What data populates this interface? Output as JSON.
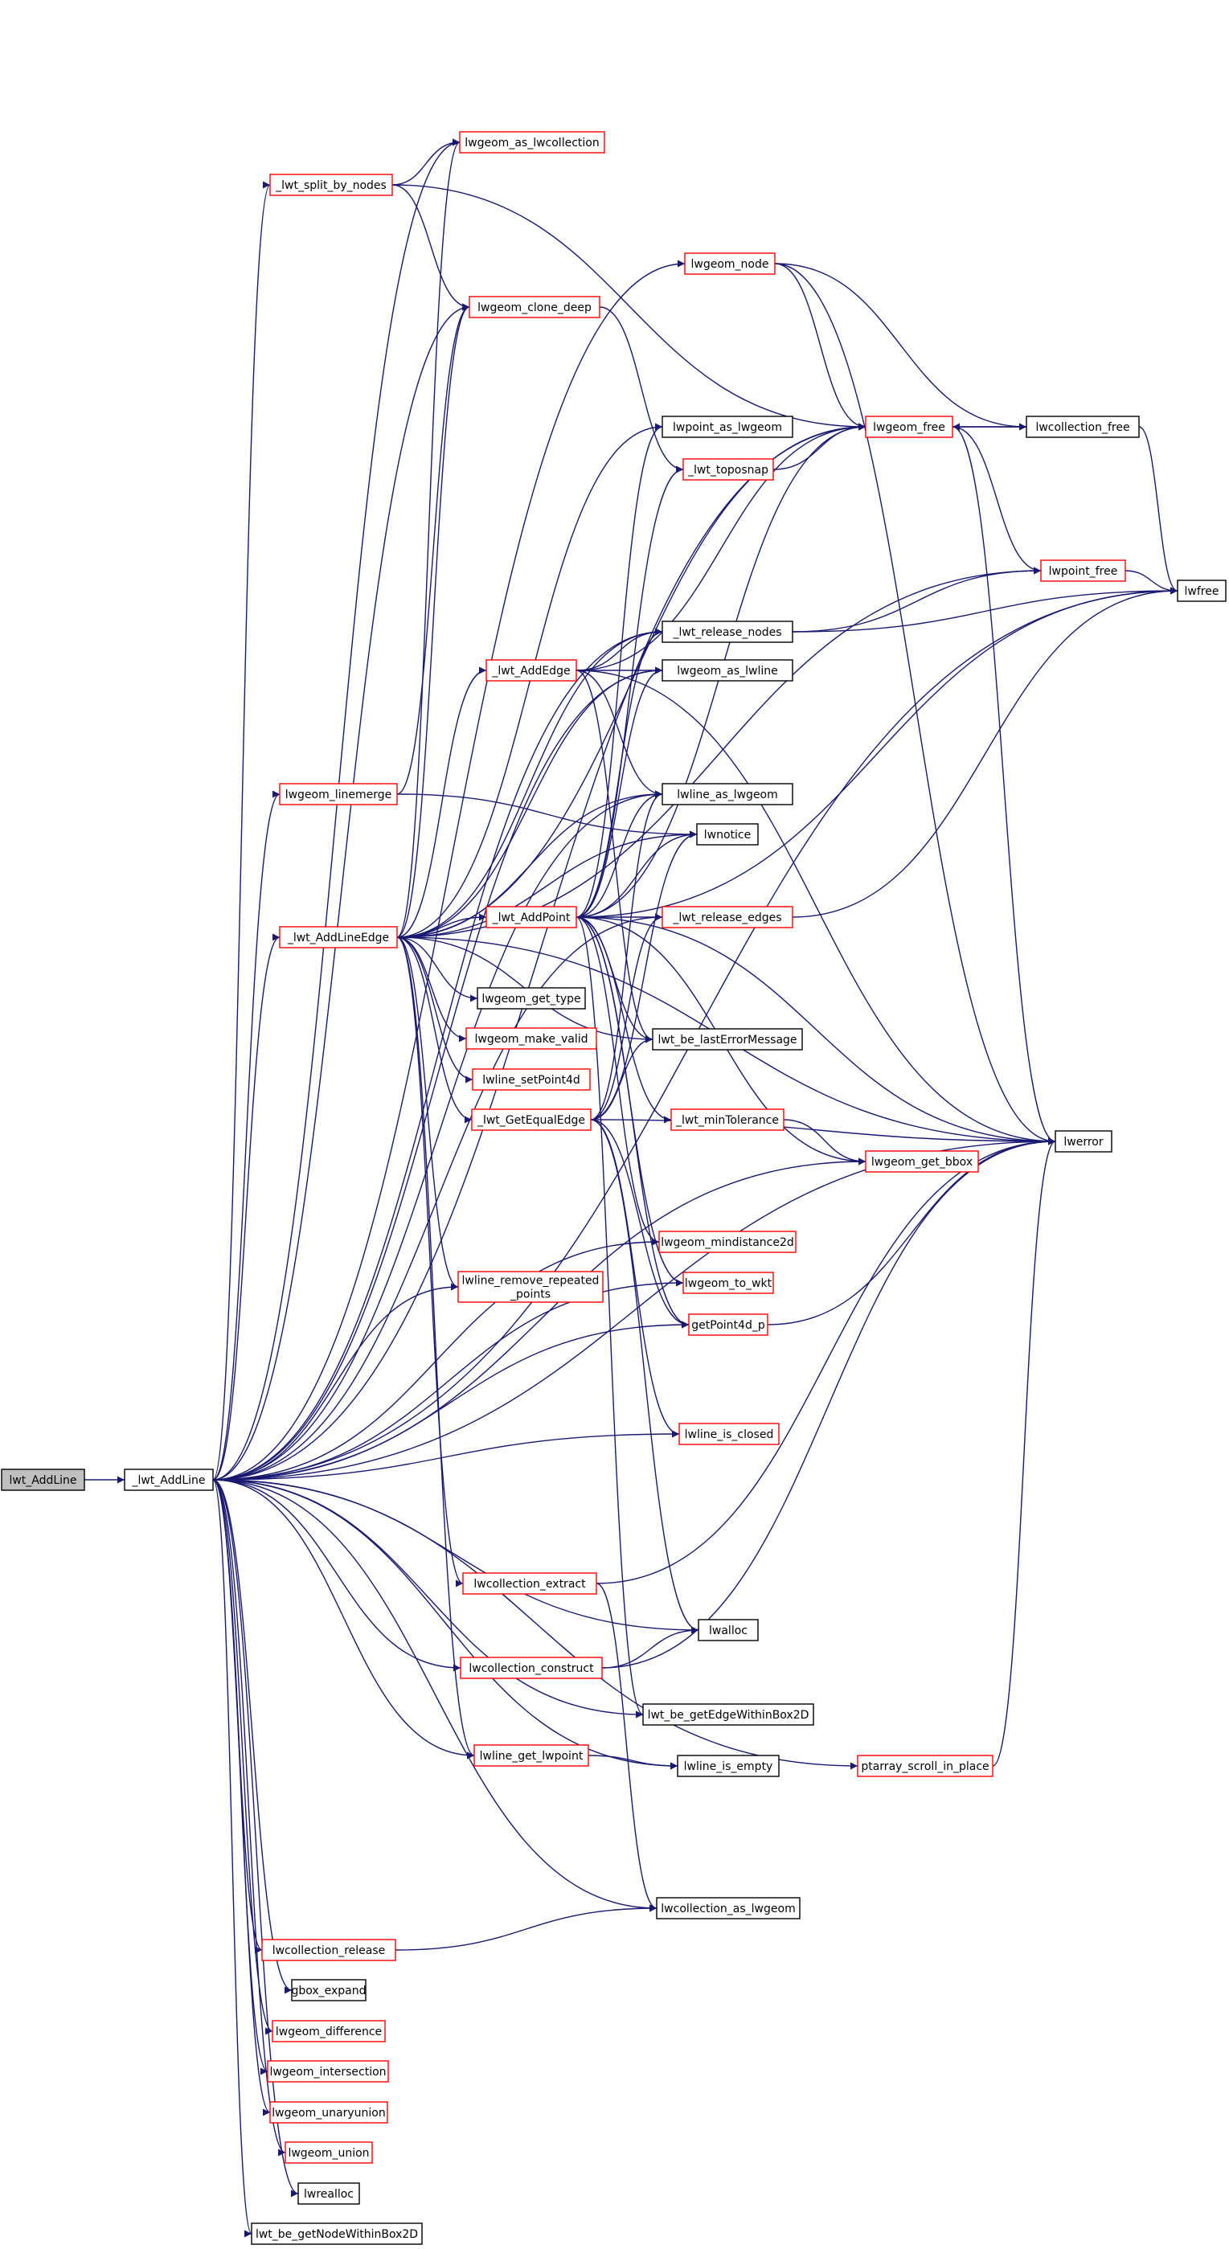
{
  "nodes": [
    {
      "id": "root",
      "label": "lwt_AddLine",
      "style": "root"
    },
    {
      "id": "addline_int",
      "label": "_lwt_AddLine",
      "style": "plain"
    },
    {
      "id": "split",
      "label": "_lwt_split_by_nodes",
      "style": "red"
    },
    {
      "id": "as_coll",
      "label": "lwgeom_as_lwcollection",
      "style": "red"
    },
    {
      "id": "node",
      "label": "lwgeom_node",
      "style": "red"
    },
    {
      "id": "clone",
      "label": "lwgeom_clone_deep",
      "style": "red"
    },
    {
      "id": "point_as",
      "label": "lwpoint_as_lwgeom",
      "style": "plain"
    },
    {
      "id": "toposnap",
      "label": "_lwt_toposnap",
      "style": "red"
    },
    {
      "id": "gfree",
      "label": "lwgeom_free",
      "style": "red"
    },
    {
      "id": "collfree",
      "label": "lwcollection_free",
      "style": "plain"
    },
    {
      "id": "pfree",
      "label": "lwpoint_free",
      "style": "red"
    },
    {
      "id": "lwfree",
      "label": "lwfree",
      "style": "plain"
    },
    {
      "id": "rel_nodes",
      "label": "_lwt_release_nodes",
      "style": "plain"
    },
    {
      "id": "addedge",
      "label": "_lwt_AddEdge",
      "style": "red"
    },
    {
      "id": "as_line",
      "label": "lwgeom_as_lwline",
      "style": "plain"
    },
    {
      "id": "linemerge",
      "label": "lwgeom_linemerge",
      "style": "red"
    },
    {
      "id": "line_as",
      "label": "lwline_as_lwgeom",
      "style": "plain"
    },
    {
      "id": "notice",
      "label": "lwnotice",
      "style": "plain"
    },
    {
      "id": "addlineedge",
      "label": "_lwt_AddLineEdge",
      "style": "red"
    },
    {
      "id": "addpoint",
      "label": "_lwt_AddPoint",
      "style": "red"
    },
    {
      "id": "rel_edges",
      "label": "_lwt_release_edges",
      "style": "red"
    },
    {
      "id": "gettype",
      "label": "lwgeom_get_type",
      "style": "plain"
    },
    {
      "id": "makevalid",
      "label": "lwgeom_make_valid",
      "style": "red"
    },
    {
      "id": "lasterr",
      "label": "lwt_be_lastErrorMessage",
      "style": "plain"
    },
    {
      "id": "setp4d",
      "label": "lwline_setPoint4d",
      "style": "red"
    },
    {
      "id": "getequal",
      "label": "_lwt_GetEqualEdge",
      "style": "red"
    },
    {
      "id": "mintol",
      "label": "_lwt_minTolerance",
      "style": "red"
    },
    {
      "id": "getbbox",
      "label": "lwgeom_get_bbox",
      "style": "red"
    },
    {
      "id": "lwerror",
      "label": "lwerror",
      "style": "plain"
    },
    {
      "id": "mindist",
      "label": "lwgeom_mindistance2d",
      "style": "red"
    },
    {
      "id": "remrep",
      "label": "lwline_remove_repeated\n_points",
      "style": "red"
    },
    {
      "id": "towkt",
      "label": "lwgeom_to_wkt",
      "style": "red"
    },
    {
      "id": "getp4d",
      "label": "getPoint4d_p",
      "style": "red"
    },
    {
      "id": "isclosed",
      "label": "lwline_is_closed",
      "style": "red"
    },
    {
      "id": "collextract",
      "label": "lwcollection_extract",
      "style": "red"
    },
    {
      "id": "lwalloc",
      "label": "lwalloc",
      "style": "plain"
    },
    {
      "id": "collconstruct",
      "label": "lwcollection_construct",
      "style": "red"
    },
    {
      "id": "edgebox",
      "label": "lwt_be_getEdgeWithinBox2D",
      "style": "plain"
    },
    {
      "id": "getlwpoint",
      "label": "lwline_get_lwpoint",
      "style": "red"
    },
    {
      "id": "isempty",
      "label": "lwline_is_empty",
      "style": "plain"
    },
    {
      "id": "scroll",
      "label": "ptarray_scroll_in_place",
      "style": "red"
    },
    {
      "id": "coll_as",
      "label": "lwcollection_as_lwgeom",
      "style": "plain"
    },
    {
      "id": "collrelease",
      "label": "lwcollection_release",
      "style": "red"
    },
    {
      "id": "gbox",
      "label": "gbox_expand",
      "style": "plain"
    },
    {
      "id": "diff",
      "label": "lwgeom_difference",
      "style": "red"
    },
    {
      "id": "inters",
      "label": "lwgeom_intersection",
      "style": "red"
    },
    {
      "id": "unary",
      "label": "lwgeom_unaryunion",
      "style": "red"
    },
    {
      "id": "union",
      "label": "lwgeom_union",
      "style": "red"
    },
    {
      "id": "realloc",
      "label": "lwrealloc",
      "style": "plain"
    },
    {
      "id": "nodebox",
      "label": "lwt_be_getNodeWithinBox2D",
      "style": "plain"
    }
  ],
  "colors": {
    "edge": "#191970",
    "border_default": "#000000",
    "border_incomplete": "#ff0000",
    "root_fill": "#bfbfbf"
  }
}
